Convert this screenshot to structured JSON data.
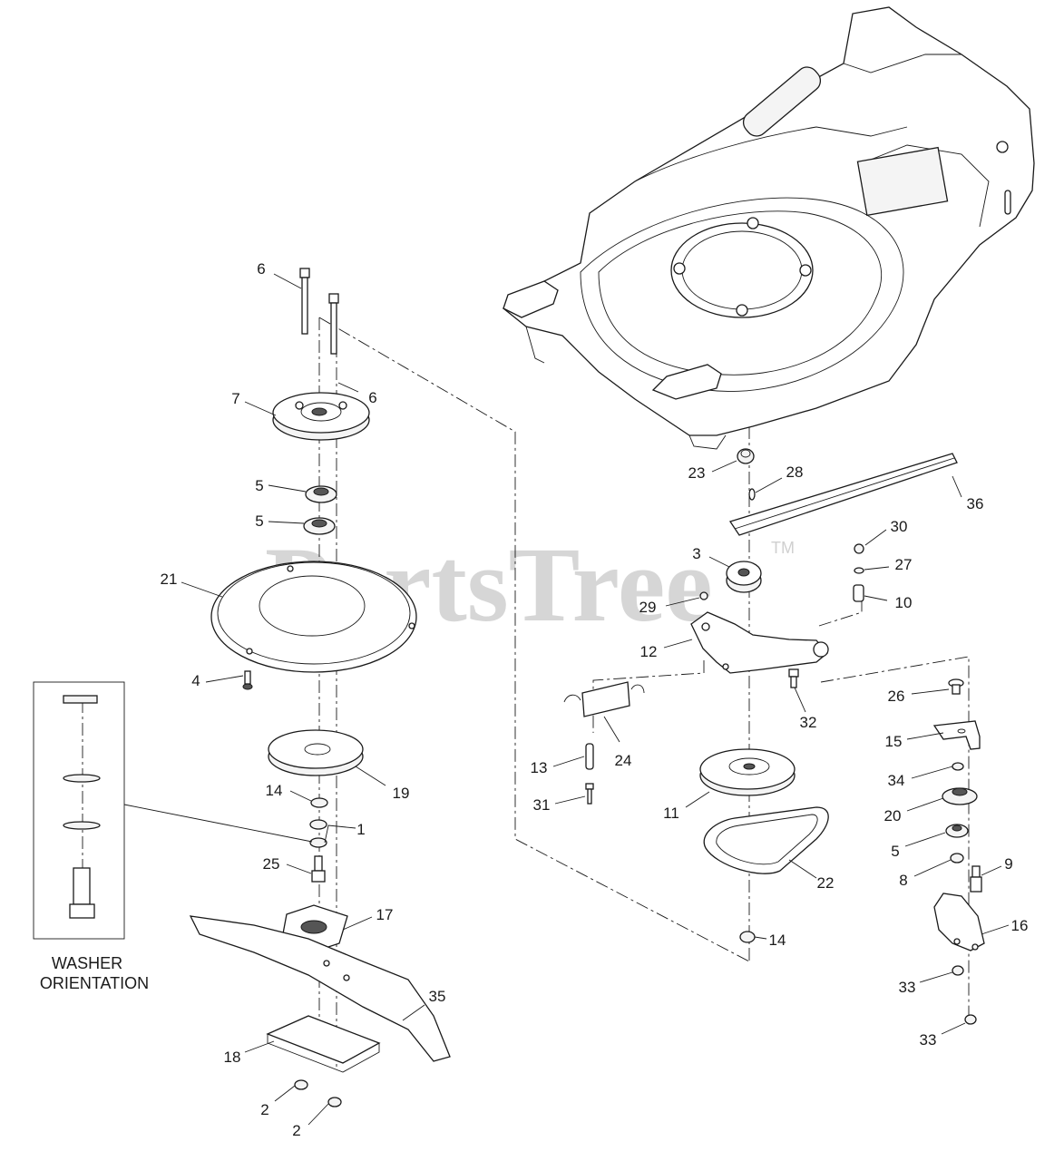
{
  "watermark": {
    "text": "PartsTree",
    "trademark": "TM"
  },
  "washer_orientation": {
    "caption_line1": "WASHER",
    "caption_line2": "ORIENTATION"
  },
  "callouts": [
    {
      "id": "c6a",
      "number": "6"
    },
    {
      "id": "c6b",
      "number": "6"
    },
    {
      "id": "c7",
      "number": "7"
    },
    {
      "id": "c5a",
      "number": "5"
    },
    {
      "id": "c5b",
      "number": "5"
    },
    {
      "id": "c21",
      "number": "21"
    },
    {
      "id": "c4",
      "number": "4"
    },
    {
      "id": "c19",
      "number": "19"
    },
    {
      "id": "c14a",
      "number": "14"
    },
    {
      "id": "c1",
      "number": "1"
    },
    {
      "id": "c25",
      "number": "25"
    },
    {
      "id": "c17",
      "number": "17"
    },
    {
      "id": "c35",
      "number": "35"
    },
    {
      "id": "c18",
      "number": "18"
    },
    {
      "id": "c2a",
      "number": "2"
    },
    {
      "id": "c2b",
      "number": "2"
    },
    {
      "id": "c23",
      "number": "23"
    },
    {
      "id": "c28",
      "number": "28"
    },
    {
      "id": "c36",
      "number": "36"
    },
    {
      "id": "c30",
      "number": "30"
    },
    {
      "id": "c27",
      "number": "27"
    },
    {
      "id": "c3",
      "number": "3"
    },
    {
      "id": "c10",
      "number": "10"
    },
    {
      "id": "c29",
      "number": "29"
    },
    {
      "id": "c12",
      "number": "12"
    },
    {
      "id": "c32",
      "number": "32"
    },
    {
      "id": "c26",
      "number": "26"
    },
    {
      "id": "c24",
      "number": "24"
    },
    {
      "id": "c15",
      "number": "15"
    },
    {
      "id": "c13",
      "number": "13"
    },
    {
      "id": "c34",
      "number": "34"
    },
    {
      "id": "c31",
      "number": "31"
    },
    {
      "id": "c11",
      "number": "11"
    },
    {
      "id": "c20",
      "number": "20"
    },
    {
      "id": "c5c",
      "number": "5"
    },
    {
      "id": "c9",
      "number": "9"
    },
    {
      "id": "c8",
      "number": "8"
    },
    {
      "id": "c22",
      "number": "22"
    },
    {
      "id": "c16",
      "number": "16"
    },
    {
      "id": "c14b",
      "number": "14"
    },
    {
      "id": "c33a",
      "number": "33"
    },
    {
      "id": "c33b",
      "number": "33"
    }
  ]
}
